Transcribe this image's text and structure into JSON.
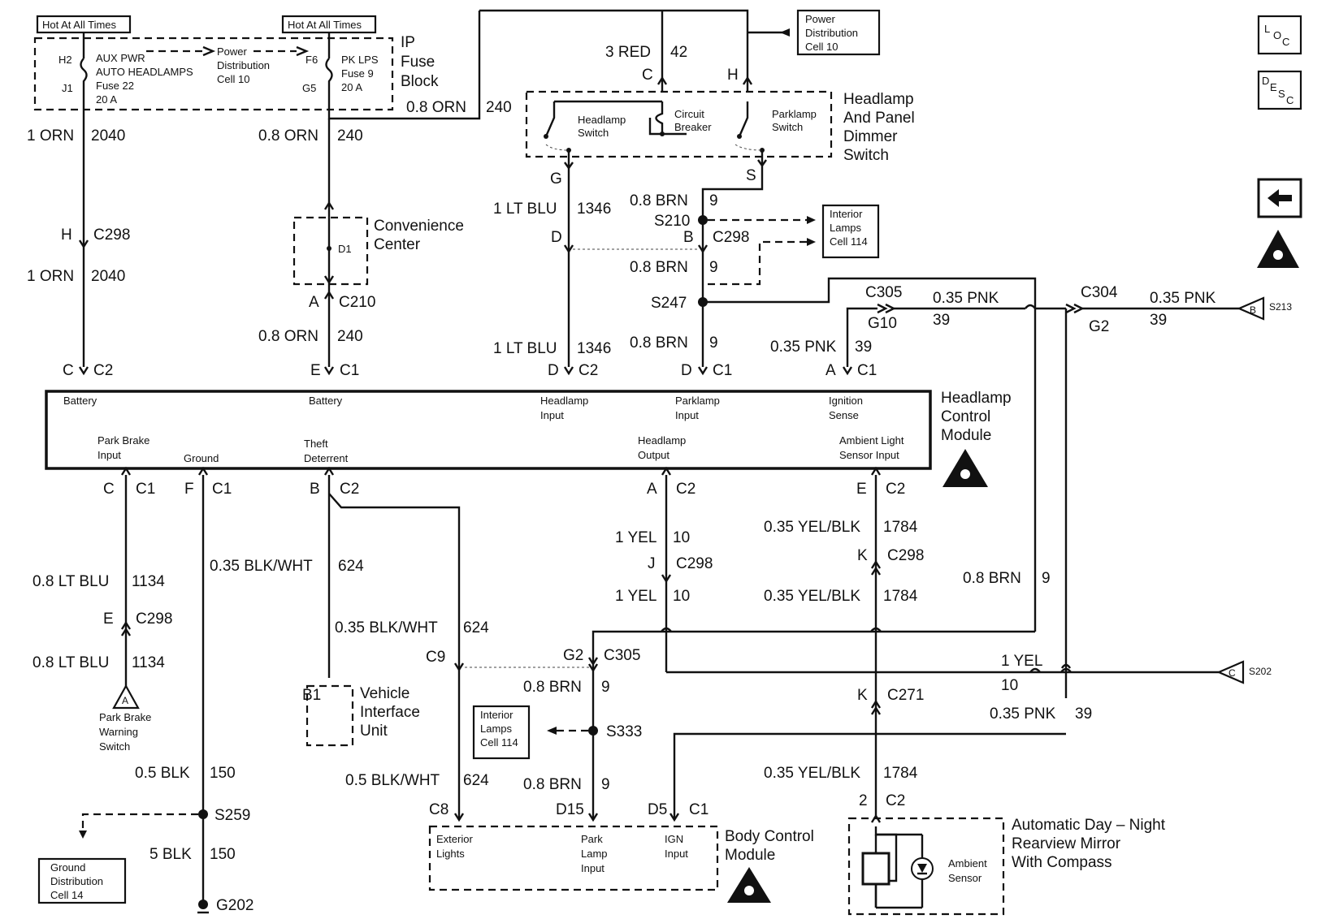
{
  "fuse_block": {
    "hot1": "Hot At All Times",
    "hot2": "Hot At All Times",
    "title1": "IP",
    "title2": "Fuse",
    "title3": "Block",
    "h2": "H2",
    "j1": "J1",
    "aux1": "AUX PWR",
    "aux2": "AUTO HEADLAMPS",
    "aux3": "Fuse 22",
    "aux4": "20 A",
    "pd1": "Power",
    "pd2": "Distribution",
    "pd3": "Cell 10",
    "f6": "F6",
    "g5": "G5",
    "pk1": "PK LPS",
    "pk2": "Fuse 9",
    "pk3": "20 A"
  },
  "pd_box": {
    "l1": "Power",
    "l2": "Distribution",
    "l3": "Cell 10"
  },
  "dimmer": {
    "red_label": "3 RED",
    "red_num": "42",
    "pin_c": "C",
    "pin_h": "H",
    "wire_in": "0.8 ORN",
    "wire_in_num": "240",
    "hs1": "Headlamp",
    "hs2": "Switch",
    "cb1": "Circuit",
    "cb2": "Breaker",
    "ps1": "Parklamp",
    "ps2": "Switch",
    "t1": "Headlamp",
    "t2": "And Panel",
    "t3": "Dimmer",
    "t4": "Switch",
    "pin_g": "G",
    "pin_s": "S"
  },
  "left": {
    "w1": "1 ORN",
    "n1": "2040",
    "pin_h": "H",
    "c298": "C298",
    "w2": "1 ORN",
    "n2": "2040",
    "pin_c": "C",
    "c2": "C2"
  },
  "conv": {
    "w1": "0.8 ORN",
    "n1": "240",
    "d1": "D1",
    "t1": "Convenience",
    "t2": "Center",
    "pin_a": "A",
    "c210": "C210",
    "w2": "0.8 ORN",
    "n2": "240",
    "pin_e": "E",
    "c1": "C1"
  },
  "mid": {
    "w1": "1 LT BLU",
    "n1": "1346",
    "pin_d": "D",
    "w2": "1 LT BLU",
    "n2": "1346",
    "pin_d2": "D",
    "c2": "C2",
    "brn1": "0.8 BRN",
    "brn1n": "9",
    "s210": "S210",
    "pin_b": "B",
    "c298": "C298",
    "brn2": "0.8 BRN",
    "brn2n": "9",
    "s247": "S247",
    "brn3": "0.8 BRN",
    "brn3n": "9",
    "pin_d3": "D",
    "c1": "C1"
  },
  "interior1": {
    "l1": "Interior",
    "l2": "Lamps",
    "l3": "Cell 114"
  },
  "right_top": {
    "c305": "C305",
    "g10": "G10",
    "pnk": "0.35 PNK",
    "pnk_n": "39",
    "c304": "C304",
    "g2": "G2",
    "pnk2": "0.35 PNK",
    "pnk2_n": "39",
    "s213": "S213",
    "tri_b": "B",
    "pnk3": "0.35 PNK",
    "pnk3_n": "39",
    "pin_a": "A",
    "c1": "C1"
  },
  "hcm": {
    "battery1": "Battery",
    "battery2": "Battery",
    "hl_in1": "Headlamp",
    "hl_in2": "Input",
    "pk_in1": "Parklamp",
    "pk_in2": "Input",
    "ign1": "Ignition",
    "ign2": "Sense",
    "pb1": "Park Brake",
    "pb2": "Input",
    "gnd": "Ground",
    "th1": "Theft",
    "th2": "Deterrent",
    "ho1": "Headlamp",
    "ho2": "Output",
    "amb1": "Ambient Light",
    "amb2": "Sensor Input",
    "t1": "Headlamp",
    "t2": "Control",
    "t3": "Module"
  },
  "lower": {
    "pin_c": "C",
    "c1a": "C1",
    "pin_f": "F",
    "c1b": "C1",
    "pin_b": "B",
    "c2a": "C2",
    "pin_a": "A",
    "c2b": "C2",
    "pin_e": "E",
    "c2c": "C2",
    "ltblu1": "0.8 LT BLU",
    "ltblu1n": "1134",
    "pin_e2": "E",
    "c298": "C298",
    "ltblu2": "0.8 LT BLU",
    "ltblu2n": "1134",
    "tri_a": "A",
    "pbw1": "Park Brake",
    "pbw2": "Warning",
    "pbw3": "Switch",
    "blkwht1": "0.35 BLK/WHT",
    "blkwht1n": "624",
    "blkwht2": "0.35 BLK/WHT",
    "blkwht2n": "624",
    "b1": "B1",
    "viu1": "Vehicle",
    "viu2": "Interface",
    "viu3": "Unit",
    "blk1": "0.5 BLK",
    "blk1n": "150",
    "s259": "S259",
    "blk2": "5 BLK",
    "blk2n": "150",
    "g202": "G202",
    "gd1": "Ground",
    "gd2": "Distribution",
    "gd3": "Cell 14",
    "yel1": "1 YEL",
    "yel1n": "10",
    "pin_j": "J",
    "c298b": "C298",
    "yel2": "1 YEL",
    "yel2n": "10",
    "yb1": "0.35 YEL/BLK",
    "yb1n": "1784",
    "pin_k": "K",
    "c298c": "C298",
    "yb2": "0.35 YEL/BLK",
    "yb2n": "1784",
    "brn": "0.8 BRN",
    "brnn": "9",
    "c9": "C9",
    "g2": "G2",
    "c305": "C305",
    "brn2": "0.8 BRN",
    "brn2n": "9",
    "s333": "S333",
    "brn3": "0.8 BRN",
    "brn3n": "9",
    "yel3": "1 YEL",
    "yel3n": "10",
    "s202": "S202",
    "tri_c": "C",
    "pin_k2": "K",
    "c271": "C271",
    "pnk": "0.35 PNK",
    "pnkn": "39",
    "blkwht3": "0.5 BLK/WHT",
    "blkwht3n": "624",
    "yb3": "0.35 YEL/BLK",
    "yb3n": "1784",
    "c8": "C8",
    "d15": "D15",
    "d5": "D5",
    "c1": "C1",
    "pin_2": "2",
    "c2": "C2"
  },
  "interior2": {
    "l1": "Interior",
    "l2": "Lamps",
    "l3": "Cell 114"
  },
  "bcm": {
    "ext1": "Exterior",
    "ext2": "Lights",
    "pk1": "Park",
    "pk2": "Lamp",
    "pk3": "Input",
    "ign1": "IGN",
    "ign2": "Input",
    "t1": "Body Control",
    "t2": "Module"
  },
  "mirror": {
    "amb1": "Ambient",
    "amb2": "Sensor",
    "t1": "Automatic Day – Night",
    "t2": "Rearview Mirror",
    "t3": "With Compass"
  },
  "icons": {
    "loc1": "L",
    "loc2": "O",
    "loc3": "C",
    "desc1": "D",
    "desc2": "E",
    "desc3": "S",
    "desc4": "C"
  }
}
